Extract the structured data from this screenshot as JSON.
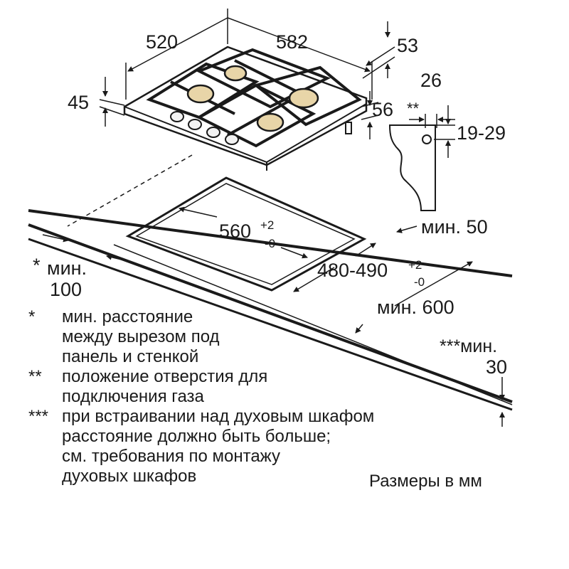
{
  "dimensions": {
    "hob_depth": "520",
    "hob_width": "582",
    "hob_height": "45",
    "front_overhang": "53",
    "connector_offset": "56",
    "gas_depth": "26",
    "gas_height": "19-29",
    "gas_marker": "**",
    "cutout_width": "560",
    "cutout_width_tol_upper": "+2",
    "cutout_width_tol_lower": "-0",
    "cutout_depth": "480-490",
    "cutout_depth_tol_upper": "+2",
    "cutout_depth_tol_lower": "-0",
    "min_front": "мин. 50",
    "min_worktop": "мин. 600",
    "min_wall_marker": "*",
    "min_wall_label": "мин.",
    "min_wall_value": "100",
    "min_oven_label": "***мин.",
    "min_oven_value": "30"
  },
  "notes": [
    {
      "marker": "*",
      "lines": [
        "мин. расстояние",
        "между вырезом под",
        "панель и стенкой"
      ]
    },
    {
      "marker": "**",
      "lines": [
        "положение отверстия для",
        "подключения газа"
      ]
    },
    {
      "marker": "***",
      "lines": [
        "при встраивании над духовым шкафом",
        "расстояние должно быть больше;",
        "см. требования по монтажу",
        "духовых шкафов"
      ]
    }
  ],
  "units_caption": "Размеры в мм"
}
